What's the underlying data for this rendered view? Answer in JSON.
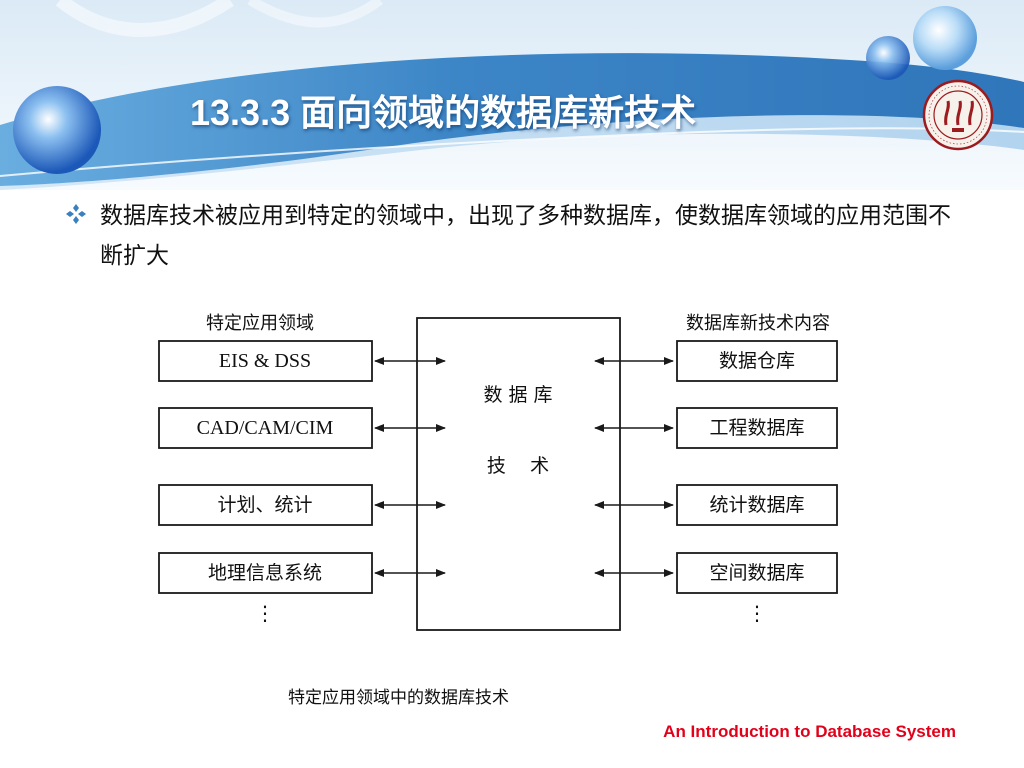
{
  "slide": {
    "title": "13.3.3  面向领域的数据库新技术",
    "bullet_text": "数据库技术被应用到特定的领域中，出现了多种数据库，使数据库领域的应用范围不断扩大",
    "caption": "特定应用领域中的数据库技术",
    "footer": "An Introduction to Database System"
  },
  "diagram": {
    "left_header": "特定应用领域",
    "right_header": "数据库新技术内容",
    "center_line1": "数 据 库",
    "center_line2": "技    术",
    "left_boxes": [
      "EIS & DSS",
      "CAD/CAM/CIM",
      "计划、统计",
      "地理信息系统"
    ],
    "right_boxes": [
      "数据仓库",
      "工程数据库",
      "统计数据库",
      "空间数据库"
    ],
    "ellipsis": "⋮"
  },
  "icons": {
    "bullet": "diamond-bullet-icon",
    "logo": "university-seal-logo"
  },
  "colors": {
    "title": "#ffffff",
    "header_band": "#3f86c4",
    "bullet": "#3a7fc0",
    "footer": "#e2001a",
    "diagram_stroke": "#1a1a1a"
  }
}
